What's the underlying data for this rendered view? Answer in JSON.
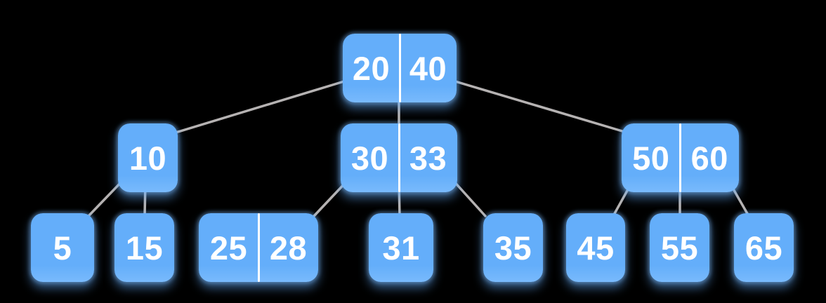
{
  "colors": {
    "background": "#000000",
    "node_fill": "#64aefa",
    "node_fill_bottom": "#79bafc",
    "key_text": "#ffffff",
    "divider": "#ffffff",
    "edge": "#b5b2b2"
  },
  "tree": {
    "type": "b-tree",
    "levels": [
      {
        "nodes": [
          {
            "keys": [
              "20",
              "40"
            ]
          }
        ]
      },
      {
        "nodes": [
          {
            "keys": [
              "10"
            ]
          },
          {
            "keys": [
              "30",
              "33"
            ]
          },
          {
            "keys": [
              "50",
              "60"
            ]
          }
        ]
      },
      {
        "nodes": [
          {
            "keys": [
              "5"
            ]
          },
          {
            "keys": [
              "15"
            ]
          },
          {
            "keys": [
              "25",
              "28"
            ]
          },
          {
            "keys": [
              "31"
            ]
          },
          {
            "keys": [
              "35"
            ]
          },
          {
            "keys": [
              "45"
            ]
          },
          {
            "keys": [
              "55"
            ]
          },
          {
            "keys": [
              "65"
            ]
          }
        ]
      }
    ]
  }
}
